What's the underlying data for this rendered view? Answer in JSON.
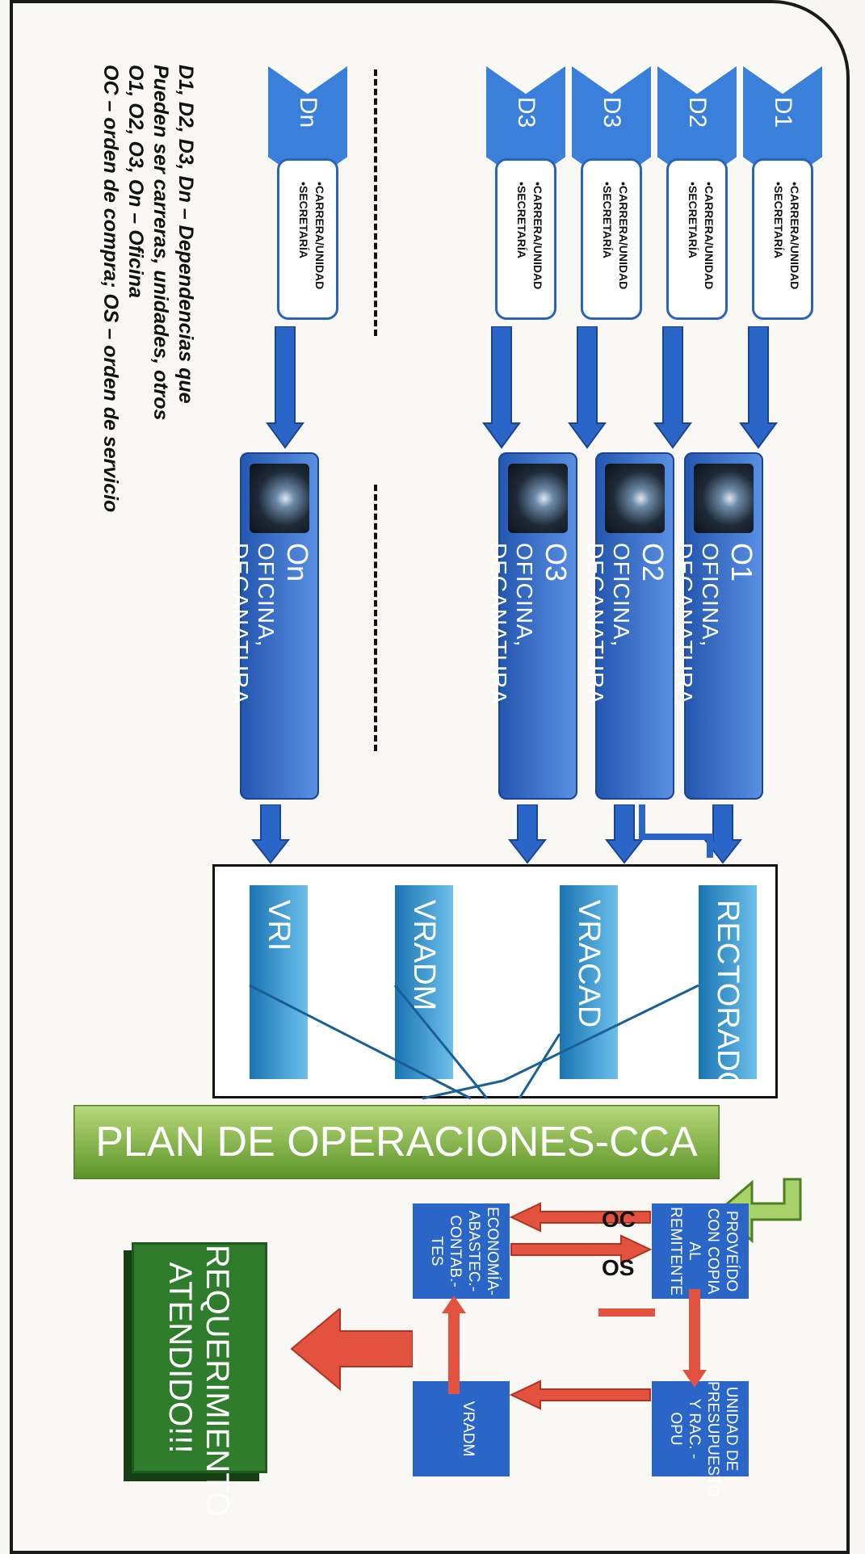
{
  "dependencies": [
    {
      "code": "D1",
      "items": [
        "•CARRERA/UNIDAD",
        "•SECRETARÍA"
      ]
    },
    {
      "code": "D2",
      "items": [
        "•CARRERA/UNIDAD",
        "•SECRETARÍA"
      ]
    },
    {
      "code": "D3",
      "items": [
        "•CARRERA/UNIDAD",
        "•SECRETARÍA"
      ]
    },
    {
      "code": "D3",
      "items": [
        "•CARRERA/UNIDAD",
        "•SECRETARÍA"
      ]
    },
    {
      "code": "Dn",
      "items": [
        "•CARRERA/UNIDAD",
        "•SECRETARÍA"
      ]
    }
  ],
  "offices": [
    {
      "code": "O1",
      "name": "OFICINA, DECANATURA"
    },
    {
      "code": "O2",
      "name": "OFICINA, DECANATURA"
    },
    {
      "code": "O3",
      "name": "OFICINA, DECANATURA"
    },
    {
      "code": "On",
      "name": "OFICINA, DECANATURA"
    }
  ],
  "vice_rectorates": [
    "RECTORADO",
    "VRACAD",
    "VRADM",
    "VRI"
  ],
  "plan": "PLAN DE OPERACIONES-CCA",
  "proveido": "PROVEÍDO CON COPIA AL REMITENTE",
  "presupuesto": "UNIDAD DE PRESUPUESTO Y RAC. - OPU",
  "economia": "ECONOMÍA-ABASTEC.-CONTAB.-TES",
  "vradm": "VRADM",
  "oc": "OC",
  "os": "OS",
  "result": "REQUERIMIENTO ATENDIDO!!!",
  "legend": [
    "D1, D2, D3, Dn – Dependencias que",
    "Pueden ser carreras, unidades, otros",
    "O1, O2, O3, On – Oficina",
    "OC – orden de compra; OS – orden de servicio"
  ],
  "colors": {
    "blue": "#2a66c7",
    "red": "#e2523f",
    "green": "#6da52f",
    "teal": "#1a74b3"
  }
}
